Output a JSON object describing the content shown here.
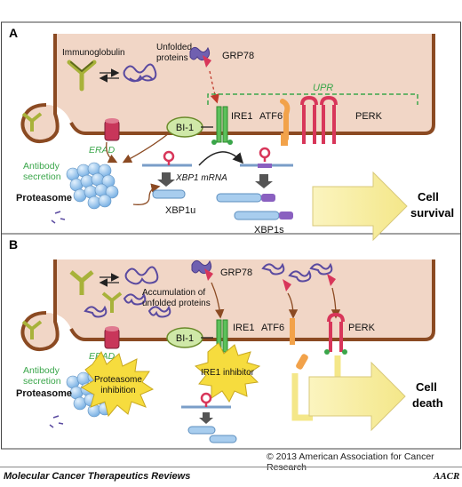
{
  "panelA": {
    "letter": "A",
    "immunoglobulin": "Immunoglobulin",
    "unfolded_proteins_line1": "Unfolded",
    "unfolded_proteins_line2": "proteins",
    "grp78": "GRP78",
    "upr": "UPR",
    "ire1": "IRE1",
    "atf6": "ATF6",
    "perk": "PERK",
    "bi1": "BI-1",
    "erad": "ERAD",
    "antibody_secretion_line1": "Antibody",
    "antibody_secretion_line2": "secretion",
    "proteasome": "Proteasome",
    "xbp1_mrna": "XBP1 mRNA",
    "xbp1u": "XBP1u",
    "xbp1s": "XBP1s",
    "outcome_line1": "Cell",
    "outcome_line2": "survival"
  },
  "panelB": {
    "letter": "B",
    "grp78": "GRP78",
    "accumulation_line1": "Accumulation of",
    "accumulation_line2": "unfolded proteins",
    "ire1": "IRE1",
    "atf6": "ATF6",
    "perk": "PERK",
    "bi1": "BI-1",
    "erad": "ERAD",
    "antibody_secretion_line1": "Antibody",
    "antibody_secretion_line2": "secretion",
    "proteasome": "Proteasome",
    "proteasome_inhibition_line1": "Proteasome",
    "proteasome_inhibition_line2": "inhibition",
    "ire1_inhibitor": "IRE1 inhibitor",
    "outcome_line1": "Cell",
    "outcome_line2": "death"
  },
  "copyright": "© 2013 American Association for Cancer Research",
  "journal": "Molecular Cancer Therapeutics Reviews",
  "publisher_mark": "AACR",
  "colors": {
    "er_fill": "#f1d6c6",
    "er_border": "#8b4a22",
    "green_label": "#3aa64a",
    "arrow_yellow": "#f9f0a8",
    "burst_yellow": "#f6dc3e",
    "proteasome_blue": "#a8d0f0",
    "ire1_green": "#5cc05a",
    "atf6_orange": "#f2a24a",
    "perk_red": "#d8365a",
    "protein_purple": "#5a4aa0"
  }
}
